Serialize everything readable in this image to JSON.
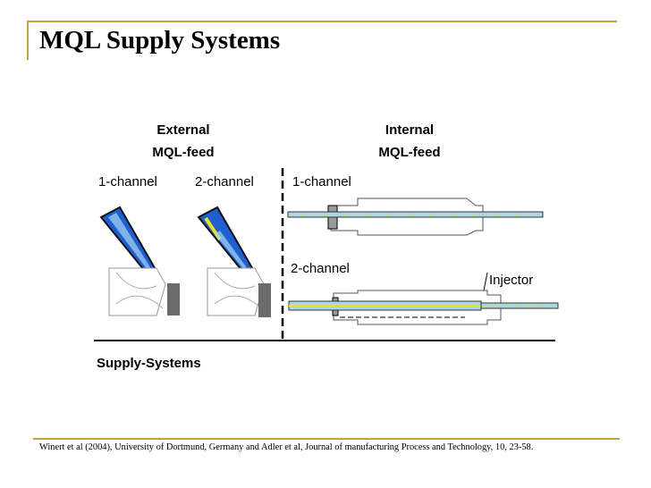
{
  "slide": {
    "title": "MQL Supply Systems",
    "footer": "Winert et al (2004), University of Dortmund, Germany and Adler et al, Journal of manufacturing Process and Technology, 10, 23-58."
  },
  "diagram": {
    "external_heading": [
      "External",
      "MQL-feed"
    ],
    "internal_heading": [
      "Internal",
      "MQL-feed"
    ],
    "external_1ch": "1-channel",
    "external_2ch": "2-channel",
    "internal_1ch": "1-channel",
    "internal_2ch": "2-channel",
    "injector": "Injector",
    "caption": "Supply-Systems"
  },
  "colors": {
    "accent": "#c2a23c",
    "nozzle": "#1f5fd0",
    "mist": "#a8d6f0",
    "oil": "#e6e22a",
    "workpiece": "#6b6b6b"
  }
}
